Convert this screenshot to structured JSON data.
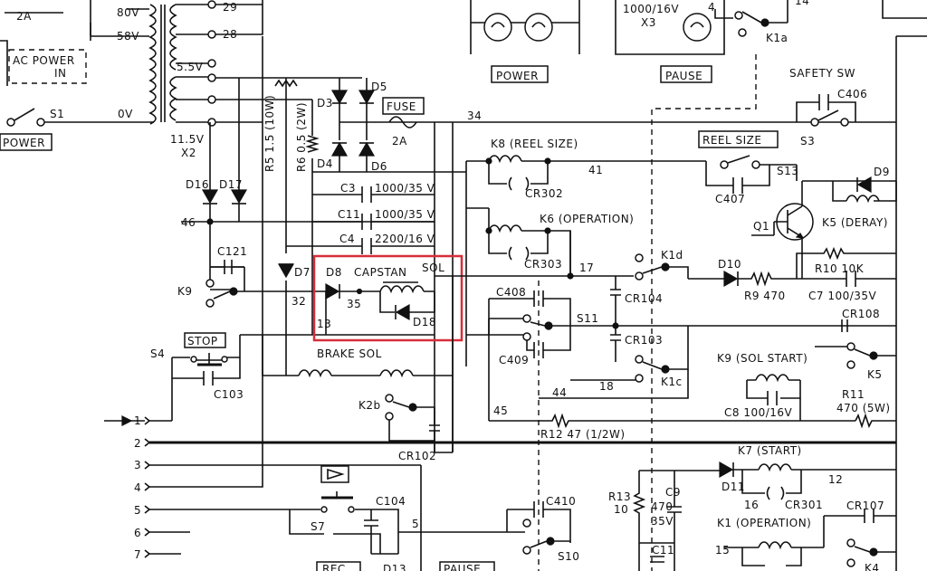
{
  "colors": {
    "ink": "#111111",
    "highlight": "#d62e3a",
    "paper": "#ffffff"
  },
  "labels": {
    "fuse_2a_top": "2A",
    "t80v": "80V",
    "t58v": "58V",
    "ac_power_in": "AC POWER\nIN",
    "t5_5v": "5.5V",
    "t0v": "0V",
    "s1": "S1",
    "power_btn": "POWER",
    "t11_5v": "11.5V",
    "x2": "X2",
    "n29": "29",
    "n28": "28",
    "d16": "D16",
    "d17": "D17",
    "n46": "46",
    "r5": "R5 1.5 (10W)",
    "r6": "R6 0.5 (2W)",
    "d3": "D3",
    "d4": "D4",
    "d5": "D5",
    "d6": "D6",
    "fuse": "FUSE",
    "fuse_2a": "2A",
    "n34": "34",
    "c3": "C3",
    "c3v": "1000/35 V",
    "c11": "C11",
    "c11v": "1000/35 V",
    "c4": "C4",
    "c4v": "2200/16 V",
    "c121": "C121",
    "k9_left": "K9",
    "d7": "D7",
    "n32": "32",
    "d8": "D8",
    "capstan": "CAPSTAN",
    "sol": "SOL",
    "n35": "35",
    "d18": "D18",
    "n13": "13",
    "brake_sol": "BRAKE SOL",
    "stop": "STOP",
    "s4": "S4",
    "c103": "C103",
    "k2b": "K2b",
    "cr102": "CR102",
    "lamp_power": "POWER",
    "lamp_pause": "PAUSE",
    "cap_top": "1000/16V",
    "x3": "X3",
    "n4": "4",
    "n14": "14",
    "k1a": "K1a",
    "k8": "K8 (REEL SIZE)",
    "cr302": "CR302",
    "n41": "41",
    "reel_size": "REEL SIZE",
    "s13": "S13",
    "c407": "C407",
    "safety_sw": "SAFETY SW",
    "c406": "C406",
    "s3": "S3",
    "d9": "D9",
    "q1": "Q1",
    "k5_deray": "K5 (DERAY)",
    "k6": "K6 (OPERATION)",
    "cr303": "CR303",
    "n17": "17",
    "k1d": "K1d",
    "d10": "D10",
    "r9": "R9 470",
    "r10": "R10 10K",
    "c7": "C7 100/35V",
    "cr104": "CR104",
    "cr108": "CR108",
    "c408": "C408",
    "s11": "S11",
    "c409": "C409",
    "cr103": "CR103",
    "n18": "18",
    "k1c": "K1c",
    "k5": "K5",
    "k9_start": "K9 (SOL START)",
    "c8": "C8 100/16V",
    "r11": "R11",
    "r11v": "470 (5W)",
    "n44": "44",
    "n45": "45",
    "r12": "R12 47 (1/2W)",
    "k7_start": "K7 (START)",
    "d11": "D11",
    "n16": "16",
    "cr301": "CR301",
    "n12": "12",
    "r13": "R13",
    "r13v": "10",
    "c9": "C9",
    "c9v": "470",
    "c9v2": "35V",
    "c11b": "C11",
    "cr107": "CR107",
    "k1_op": "K1 (OPERATION)",
    "n15": "15",
    "k4": "K4",
    "c104": "C104",
    "s7": "S7",
    "n5": "5",
    "c410": "C410",
    "s10": "S10",
    "rec": "REC",
    "d13": "D13",
    "pause_btn": "PAUSE",
    "bus1": "1",
    "bus2": "2",
    "bus3": "3",
    "bus4": "4",
    "bus5": "5",
    "bus6": "6",
    "bus7": "7"
  }
}
